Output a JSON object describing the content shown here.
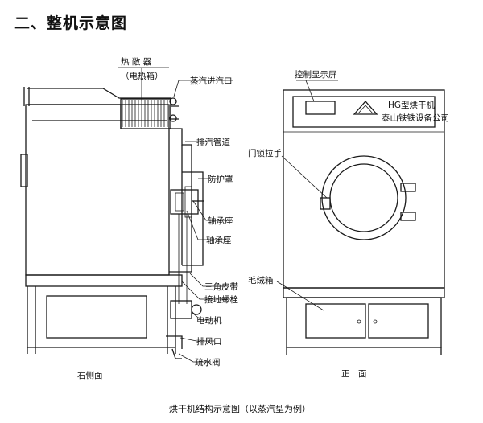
{
  "section_title": "二、整机示意图",
  "labels": {
    "heat_exchanger": "热 敞 器",
    "electric_heating_box": "（电热箱）",
    "steam_inlet": "蒸汽进汽口",
    "exhaust_duct": "排汽管道",
    "guard_cover": "防护罩",
    "bearing_seat_1": "轴承座",
    "bearing_seat_2": "轴承座",
    "v_belt": "三角皮带",
    "ground_bolt": "接地螺栓",
    "motor": "电动机",
    "exhaust_port": "排风口",
    "drain_valve": "疏水阀",
    "control_display_screen": "控制显示屏",
    "door_lock_handle": "门锁拉手",
    "lint_box": "毛绒箱",
    "model_name": "HG型烘干机",
    "manufacturer": "泰山铁铁设备公司",
    "right_side_view": "右侧面",
    "front_view": "正　面",
    "caption": "烘干机结构示意图（以蒸汽型为例）"
  }
}
